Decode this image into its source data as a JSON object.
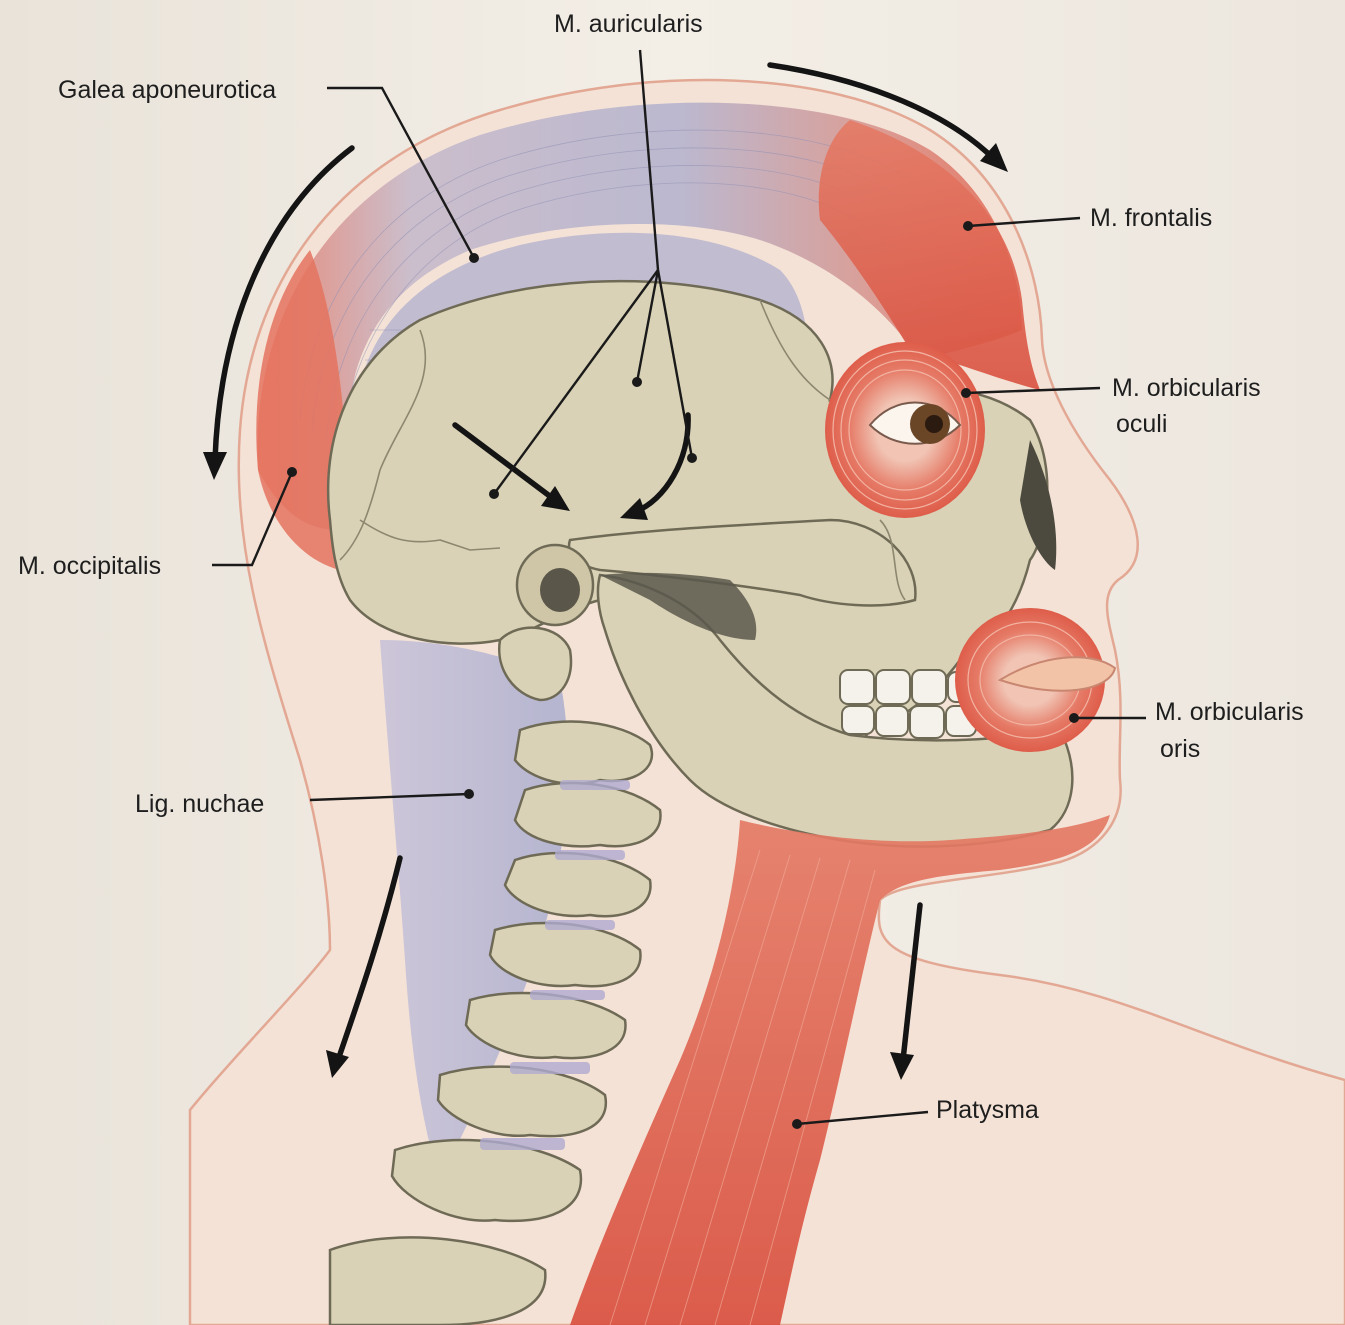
{
  "labels": {
    "auricularis": "M. auricularis",
    "galea": "Galea aponeurotica",
    "frontalis": "M. frontalis",
    "orbicularis_oculi_1": "M. orbicularis",
    "orbicularis_oculi_2": "oculi",
    "occipitalis": "M. occipitalis",
    "orbicularis_oris_1": "M. orbicularis",
    "orbicularis_oris_2": "oris",
    "nuchae": "Lig. nuchae",
    "platysma": "Platysma"
  },
  "colors": {
    "background": "#f1ece4",
    "skin": "#f6dfd2",
    "muscle": "#e0624f",
    "aponeurosis": "#b7b6cf",
    "bone": "#d9d2b6"
  }
}
